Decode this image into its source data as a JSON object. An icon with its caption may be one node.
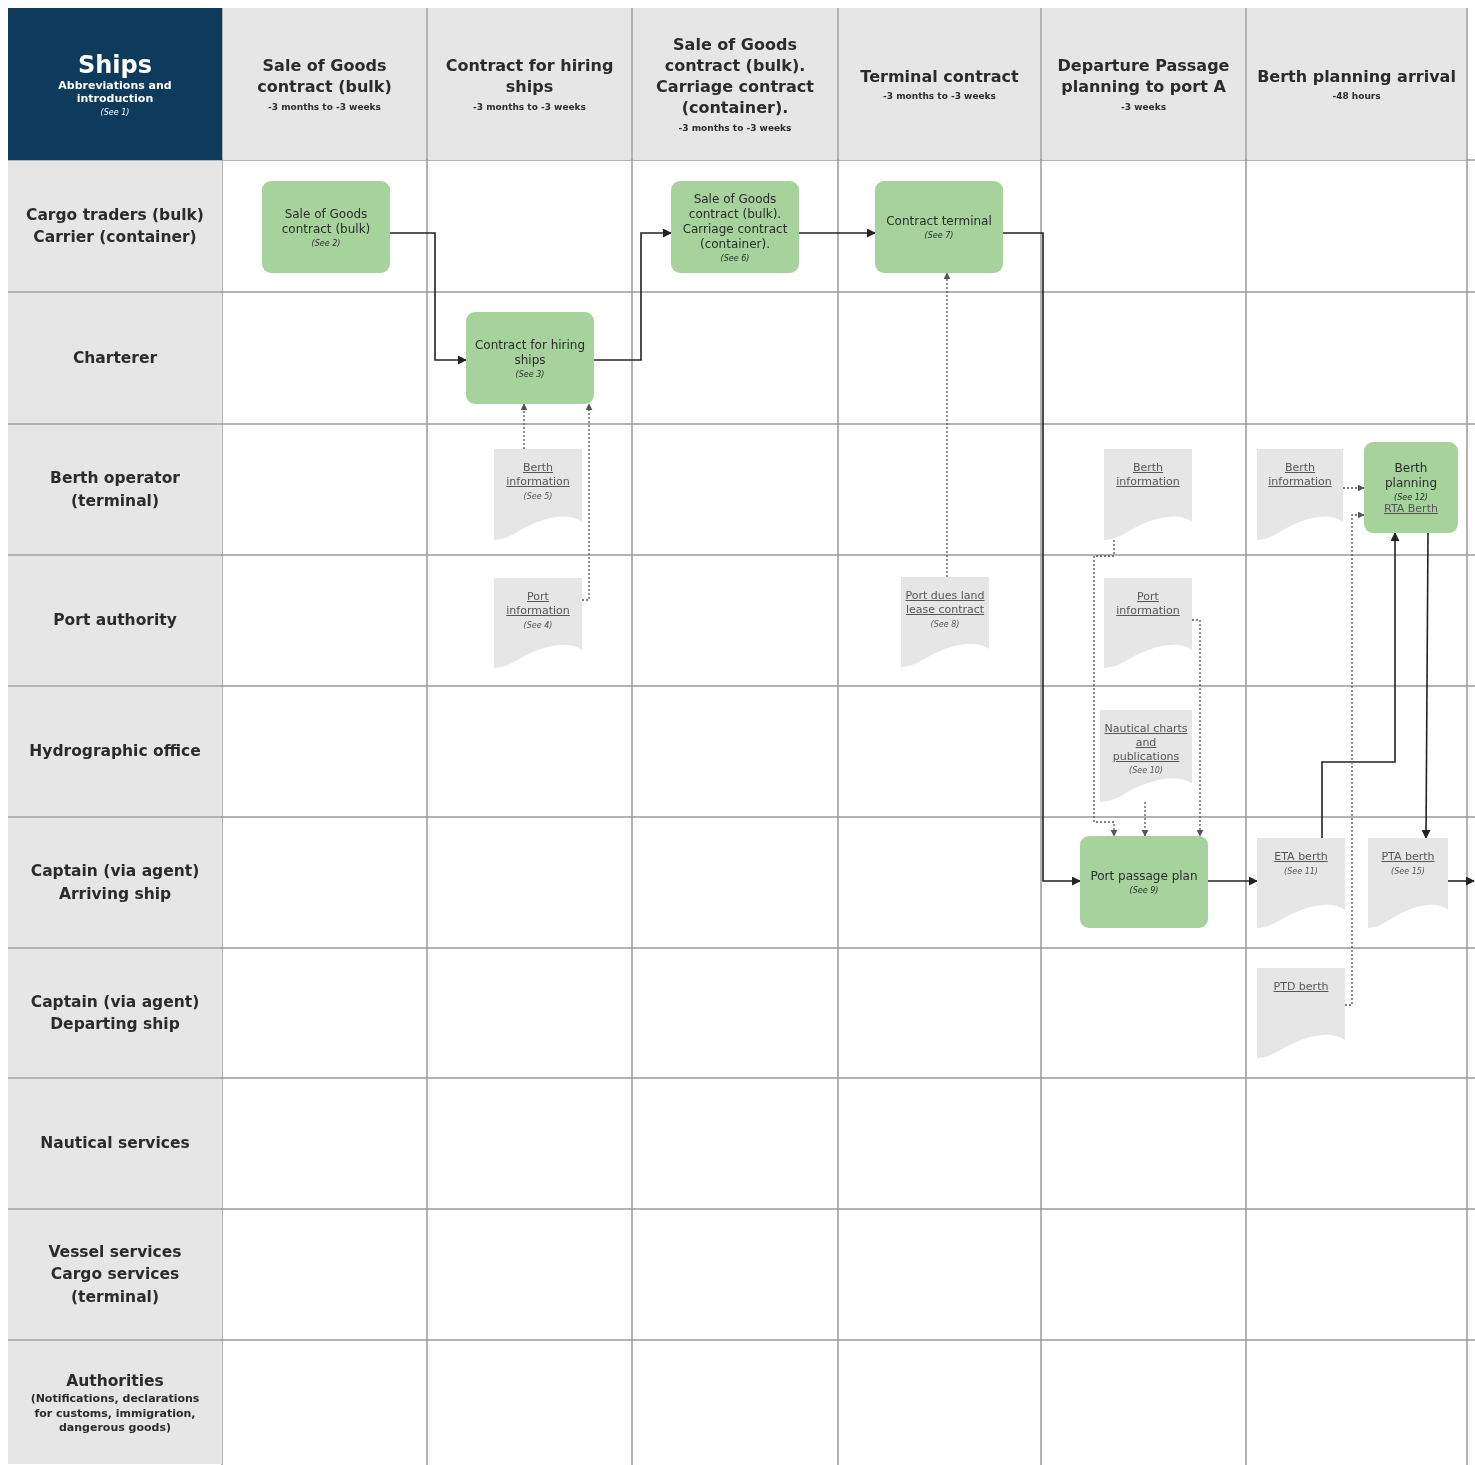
{
  "diagram": {
    "nodes": [
      {
        "text": [
          "Ships",
          "Abbreviations and introduction",
          "(See 1)"
        ]
      },
      {
        "text": [
          "Sale of Goods contract (bulk)",
          "-3 months to -3 weeks"
        ]
      },
      {
        "text": [
          "Contract for hiring ships",
          "-3 months to -3 weeks"
        ]
      },
      {
        "text": [
          "Sale of Goods contract (bulk). Carriage contract (container).",
          "-3 months to -3 weeks"
        ]
      },
      {
        "text": [
          "Terminal contract",
          "-3 months to -3 weeks"
        ]
      },
      {
        "text": [
          "Departure Passage planning to port A",
          "-3 weeks"
        ]
      },
      {
        "text": [
          "Berth planning arrival",
          "-48 hours"
        ]
      },
      {
        "text": [
          "Cargo traders (bulk) Carrier (container)"
        ]
      },
      {
        "text": [
          "Charterer"
        ]
      },
      {
        "text": [
          "Berth operator (terminal)"
        ]
      },
      {
        "text": [
          "Port authority"
        ]
      },
      {
        "text": [
          "Hydrographic office"
        ]
      },
      {
        "text": [
          "Captain (via agent) Arriving ship"
        ]
      },
      {
        "text": [
          "Captain (via agent) Departing ship"
        ]
      },
      {
        "text": [
          "Nautical services"
        ]
      },
      {
        "text": [
          "Vessel services Cargo services (terminal)"
        ]
      },
      {
        "text": [
          "Authorities",
          "(Notifications, declarations for customs, immigration, dangerous goods)"
        ]
      },
      {
        "text": [
          "Sale of Goods contract (bulk)",
          "(See 2)"
        ]
      },
      {
        "text": [
          "Contract for hiring ships",
          "(See 3)"
        ]
      },
      {
        "text": [
          "Sale of Goods contract (bulk). Carriage contract (container).",
          "(See 6)"
        ]
      },
      {
        "text": [
          "Contract terminal",
          "(See 7)"
        ]
      },
      {
        "text": [
          "Berth information",
          "(See 5)"
        ]
      },
      {
        "text": [
          "Port information",
          "(See 4)"
        ]
      },
      {
        "text": [
          "Port dues land lease contract",
          "(See 8)"
        ]
      },
      {
        "text": [
          "Berth information"
        ]
      },
      {
        "text": [
          "Port information"
        ]
      },
      {
        "text": [
          "Nautical charts and publications",
          "(See 10)"
        ]
      },
      {
        "text": [
          "Port passage plan",
          "(See 9)"
        ]
      },
      {
        "text": [
          "Berth information"
        ]
      },
      {
        "text": [
          "Berth planning",
          "(See 12)",
          "RTA Berth"
        ]
      },
      {
        "text": [
          "ETA berth",
          "(See 11)"
        ]
      },
      {
        "text": [
          "PTA berth",
          "(See 15)"
        ]
      },
      {
        "text": [
          "PTD berth"
        ]
      }
    ],
    "edges": [
      {
        "from": 17,
        "to": 18,
        "arrow": "to"
      },
      {
        "from": 18,
        "to": 19,
        "arrow": "to"
      },
      {
        "from": 19,
        "to": 20,
        "arrow": "to"
      },
      {
        "from": 20,
        "to": 27,
        "arrow": "to"
      },
      {
        "from": 21,
        "to": 18,
        "arrow": "to",
        "style": "dashed"
      },
      {
        "from": 22,
        "to": 18,
        "arrow": "to",
        "style": "dashed"
      },
      {
        "from": 23,
        "to": 20,
        "arrow": "to",
        "style": "dashed"
      },
      {
        "from": 24,
        "to": 27,
        "arrow": "to",
        "style": "dashed"
      },
      {
        "from": 25,
        "to": 27,
        "arrow": "to",
        "style": "dashed"
      },
      {
        "from": 26,
        "to": 27,
        "arrow": "to",
        "style": "dashed"
      },
      {
        "from": 27,
        "to": 30,
        "arrow": "to"
      },
      {
        "from": 30,
        "to": 29,
        "arrow": "to"
      },
      {
        "from": 28,
        "to": 29,
        "arrow": "to",
        "style": "dashed"
      },
      {
        "from": 32,
        "to": 29,
        "arrow": "to",
        "style": "dashed"
      },
      {
        "from": 29,
        "to": 31,
        "arrow": "to"
      },
      {
        "from": 31,
        "to": null,
        "arrow": "to"
      }
    ]
  }
}
